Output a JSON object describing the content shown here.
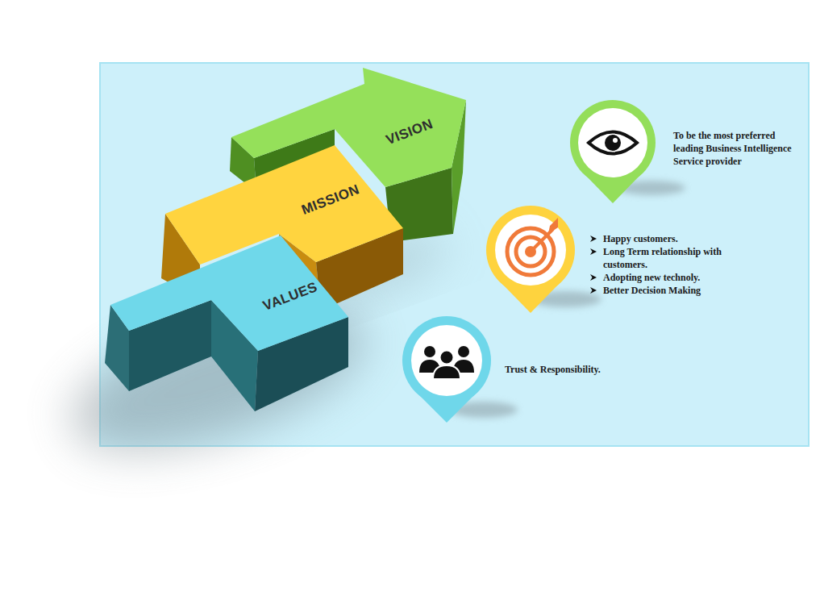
{
  "diagram": {
    "nodes": [
      {
        "text": [
          "VISION"
        ]
      },
      {
        "text": [
          "MISSION"
        ]
      },
      {
        "text": [
          "VALUES"
        ]
      }
    ],
    "labels": [
      "To be the most preferred leading Business Intelligence Service provider",
      "Happy customers.",
      "Long Term relationship with customers.",
      "Adopting new technoly.",
      "Better Decision Making",
      "Trust & Responsibility."
    ]
  }
}
